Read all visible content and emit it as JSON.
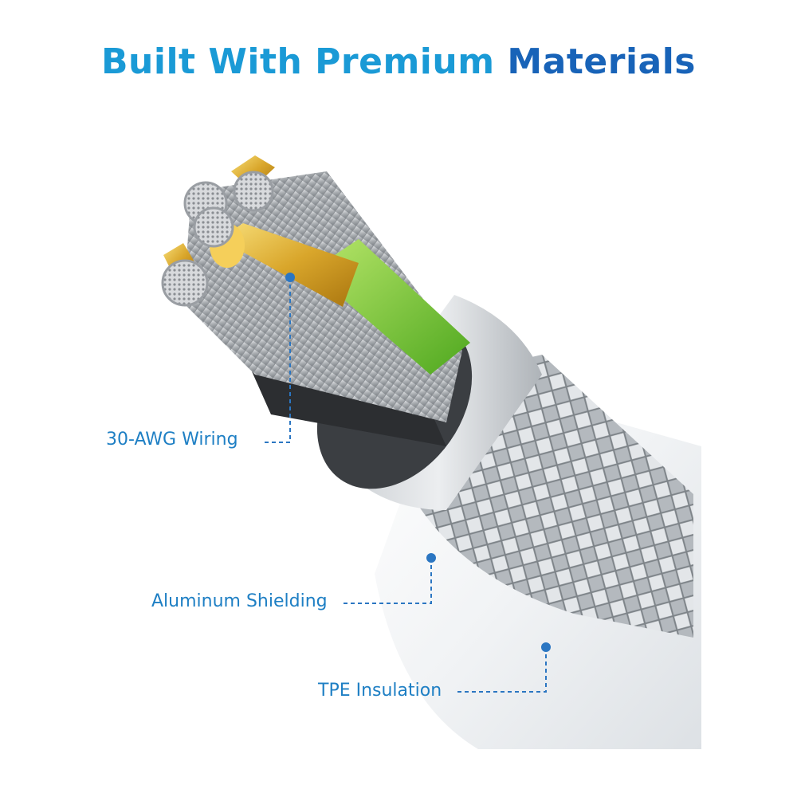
{
  "title": {
    "part1": "Built With Premium",
    "part2": "Materials"
  },
  "colors": {
    "title_light": "#1a9ad6",
    "title_dark": "#1863b8",
    "callout": "#1e7fc4"
  },
  "callouts": [
    {
      "label": "30-AWG Wiring"
    },
    {
      "label": "Aluminum Shielding"
    },
    {
      "label": "TPE Insulation"
    }
  ]
}
